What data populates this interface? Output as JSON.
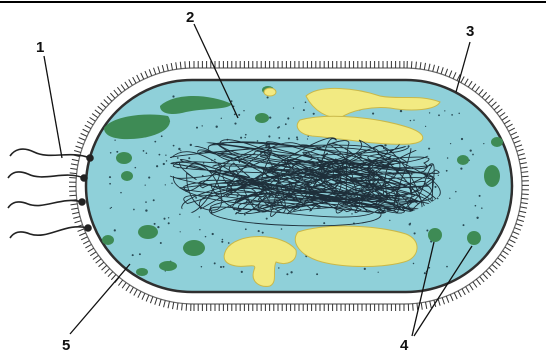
{
  "colors": {
    "capsule_fill": "#ffffff",
    "cell_wall": "#2f2f2f",
    "cytoplasm": "#8fd0d9",
    "inclusion_green": "#3e8b55",
    "inclusion_yellow": "#f2ea82",
    "nucleoid": "#1e2f3a"
  },
  "labels": {
    "1": "1",
    "2": "2",
    "3": "3",
    "4": "4",
    "5": "5"
  }
}
